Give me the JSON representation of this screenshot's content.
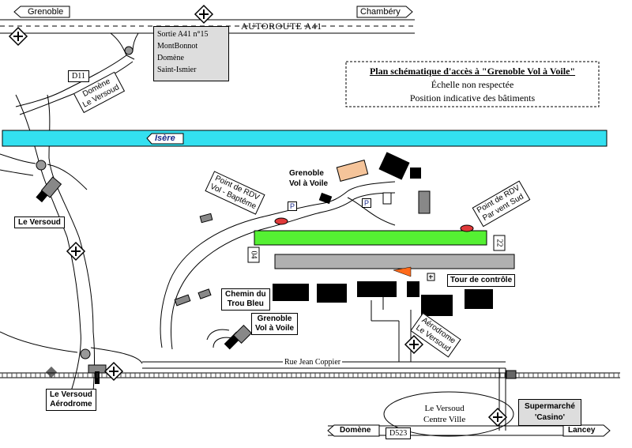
{
  "title": {
    "line1": "Plan schématique d'accès à \"Grenoble Vol à Voile\"",
    "line2": "Échelle non respectée",
    "line3": "Position indicative des bâtiments"
  },
  "highway": {
    "name": "AUTOROUTE A41",
    "to_left": "Grenoble",
    "to_right": "Chambéry"
  },
  "exit_sign": {
    "line1": "Sortie A41 n°15",
    "line2": "MontBonnot",
    "line3": "Domène",
    "line4": "Saint-Ismier"
  },
  "river": "Isère",
  "roads": {
    "d11": "D11",
    "d523": "D523",
    "rue_jean_coppier": "Rue Jean Coppier",
    "to_domene": "Domène",
    "to_lancey": "Lancey"
  },
  "signs": {
    "domene_versoud_1": "Domène",
    "domene_versoud_2": "Le Versoud",
    "rdv_bapteme_1": "Point de RDV",
    "rdv_bapteme_2": "Vol - Baptême",
    "rdv_sud_1": "Point de RDV",
    "rdv_sud_2": "Par vent Sud",
    "aerodrome_1": "Aérodrome",
    "aerodrome_2": "Le Versoud"
  },
  "labels": {
    "le_versoud": "Le Versoud",
    "gvv_top_1": "Grenoble",
    "gvv_top_2": "Vol à Voile",
    "gvv_bottom_1": "Grenoble",
    "gvv_bottom_2": "Vol à Voile",
    "chemin_1": "Chemin du",
    "chemin_2": "Trou Bleu",
    "versoud_aero_1": "Le Versoud",
    "versoud_aero_2": "Aérodrome",
    "tour": "Tour de contrôle",
    "centre_1": "Le Versoud",
    "centre_2": "Centre Ville",
    "super_1": "Supermarché",
    "super_2": "'Casino'",
    "parking": "P"
  },
  "runways": {
    "threshold_west": "04",
    "threshold_east": "22"
  },
  "colors": {
    "river": "#33e0f0",
    "grass_runway": "#55f033",
    "paved_runway": "#b0b0b0",
    "hangar": "#000000",
    "clubhouse": "#f5c49a",
    "rdv_marker": "#e03a3a",
    "building_grey": "#888888",
    "windsock": "#ff6a1a"
  }
}
